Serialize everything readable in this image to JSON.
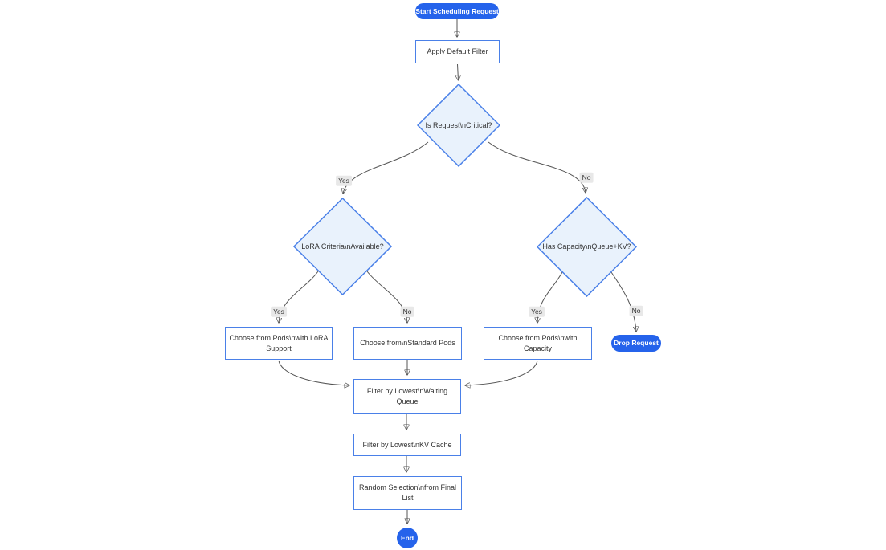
{
  "diagram": {
    "type": "flowchart",
    "direction": "top-down",
    "colors": {
      "pill_fill": "#2563eb",
      "pill_text": "#ffffff",
      "rect_fill": "#ffffff",
      "rect_border": "#4a80e8",
      "diamond_fill": "#e9f2fc",
      "diamond_border": "#4a80e8",
      "edge_stroke": "#555555",
      "edge_label_bg": "#e8e8e8",
      "node_text": "#333333"
    }
  },
  "nodes": {
    "start": {
      "label": "Start Scheduling Request",
      "shape": "stadium"
    },
    "apply_filter": {
      "label": "Apply Default Filter",
      "shape": "rect"
    },
    "is_critical": {
      "label": "Is Request\\nCritical?",
      "shape": "diamond"
    },
    "lora_criteria": {
      "label": "LoRA Criteria\\nAvailable?",
      "shape": "diamond"
    },
    "has_capacity": {
      "label": "Has Capacity\\nQueue+KV?",
      "shape": "diamond"
    },
    "choose_lora": {
      "label": "Choose from Pods\\nwith LoRA Support",
      "shape": "rect"
    },
    "choose_standard": {
      "label": "Choose from\\nStandard Pods",
      "shape": "rect"
    },
    "choose_capacity": {
      "label": "Choose from Pods\\nwith Capacity",
      "shape": "rect"
    },
    "drop_request": {
      "label": "Drop Request",
      "shape": "stadium"
    },
    "filter_waiting": {
      "label": "Filter by Lowest\\nWaiting Queue",
      "shape": "rect"
    },
    "filter_kv": {
      "label": "Filter by Lowest\\nKV Cache",
      "shape": "rect"
    },
    "random_selection": {
      "label": "Random Selection\\nfrom Final List",
      "shape": "rect"
    },
    "end": {
      "label": "End",
      "shape": "circle"
    }
  },
  "edge_labels": {
    "critical_yes": "Yes",
    "critical_no": "No",
    "lora_yes": "Yes",
    "lora_no": "No",
    "capacity_yes": "Yes",
    "capacity_no": "No"
  }
}
